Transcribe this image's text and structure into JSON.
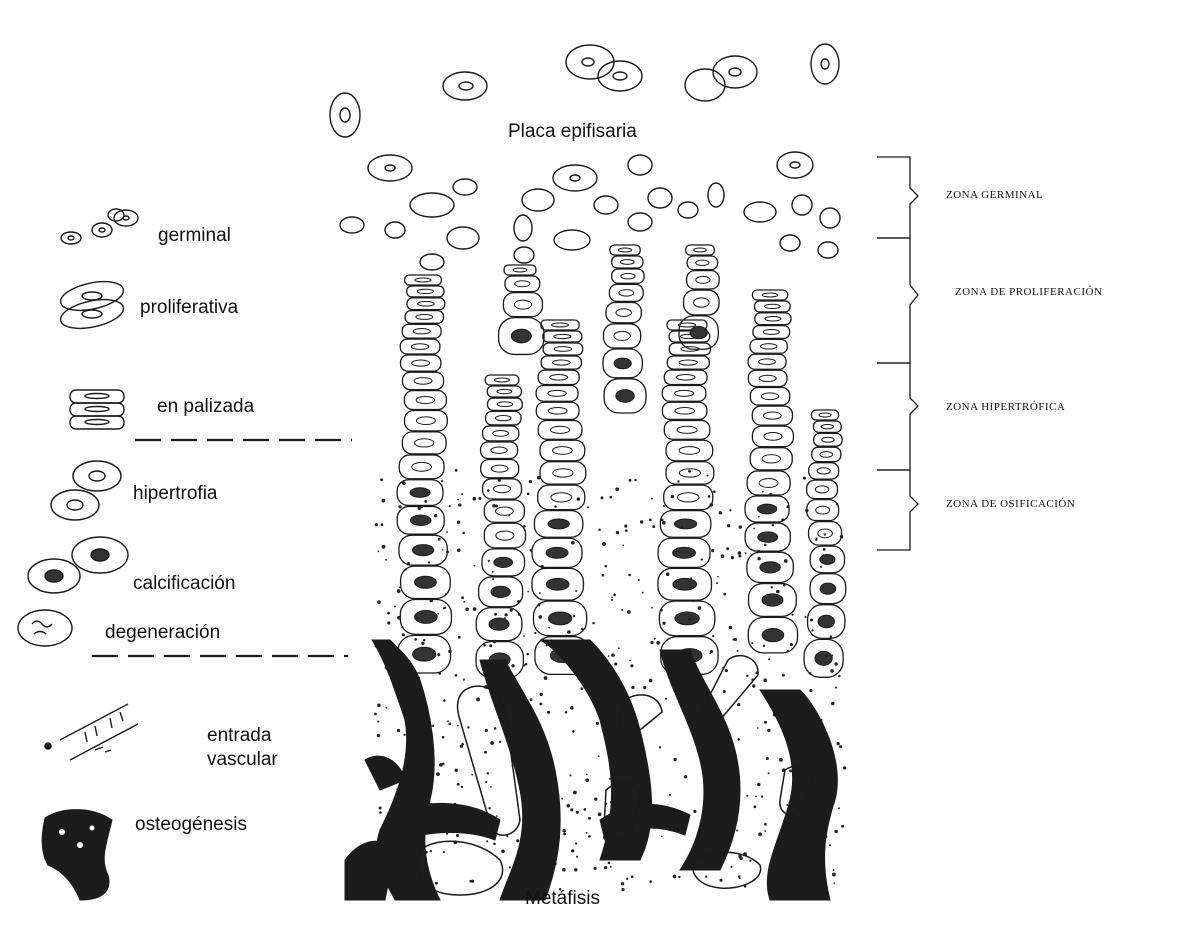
{
  "diagram": {
    "top_label": "Placa epifisaria",
    "bottom_label": "Metáfisis",
    "legend": [
      {
        "key": "germinal",
        "label": "germinal"
      },
      {
        "key": "proliferativa",
        "label": "proliferativa"
      },
      {
        "key": "palizada",
        "label": "en palizada"
      },
      {
        "key": "hipertrofia",
        "label": "hipertrofia"
      },
      {
        "key": "calcificacion",
        "label": "calcificación"
      },
      {
        "key": "degeneracion",
        "label": "degeneración"
      },
      {
        "key": "vascular",
        "label": "entrada vascular"
      },
      {
        "key": "osteogenesis",
        "label": "osteogénesis"
      }
    ],
    "zones": [
      {
        "key": "germinal",
        "label": "ZONA GERMINAL"
      },
      {
        "key": "proliferacion",
        "label": "ZONA DE PROLIFERACIÓN"
      },
      {
        "key": "hipertrofica",
        "label": "ZONA HIPERTRÓFICA"
      },
      {
        "key": "osificacion",
        "label": "ZONA DE OSIFICACIÓN"
      }
    ]
  }
}
